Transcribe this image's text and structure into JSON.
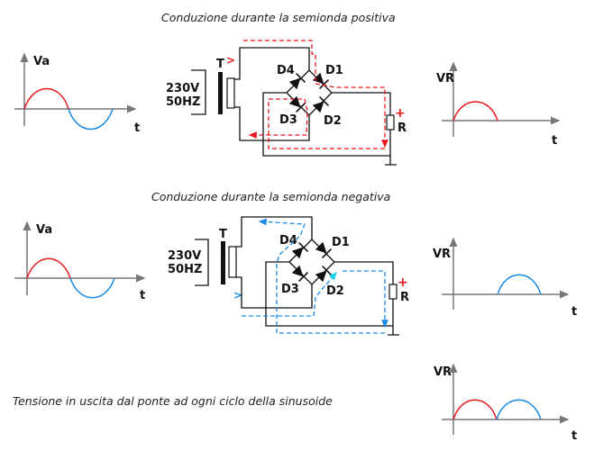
{
  "captions": {
    "positive": "Conduzione durante la semionda positiva",
    "negative": "Conduzione durante la semionda negativa",
    "output": "Tensione in uscita dal ponte ad ogni ciclo della sinusoide"
  },
  "labels": {
    "va": "Va",
    "vr": "VR",
    "t": "t",
    "transformer": "T",
    "voltage": "230V",
    "frequency": "50HZ",
    "d1": "D1",
    "d2": "D2",
    "d3": "D3",
    "d4": "D4",
    "resistor": "R",
    "plus": "+",
    "arrow_mark": ">"
  },
  "colors": {
    "positive_half": "#e8191c",
    "negative_half": "#1a8ae6",
    "negative_flow_alt": "#19d3f0",
    "axis": "#777777",
    "wire": "#111111"
  },
  "chart_data": [
    {
      "type": "line",
      "name": "input-positive",
      "title": "Va",
      "xlabel": "t",
      "segments": [
        {
          "half": "positive",
          "color": "red"
        },
        {
          "half": "negative",
          "color": "blue"
        }
      ]
    },
    {
      "type": "line",
      "name": "output-positive",
      "title": "VR",
      "xlabel": "t",
      "segments": [
        {
          "half": "positive",
          "color": "red"
        }
      ]
    },
    {
      "type": "line",
      "name": "input-negative",
      "title": "Va",
      "xlabel": "t",
      "segments": [
        {
          "half": "positive",
          "color": "red"
        },
        {
          "half": "negative",
          "color": "blue"
        }
      ]
    },
    {
      "type": "line",
      "name": "output-negative",
      "title": "VR",
      "xlabel": "t",
      "segments": [
        {
          "half": "second",
          "color": "blue",
          "rectified": true
        }
      ]
    },
    {
      "type": "line",
      "name": "output-full",
      "title": "VR",
      "xlabel": "t",
      "segments": [
        {
          "half": "first",
          "color": "red"
        },
        {
          "half": "second",
          "color": "blue",
          "rectified": true
        }
      ]
    }
  ]
}
